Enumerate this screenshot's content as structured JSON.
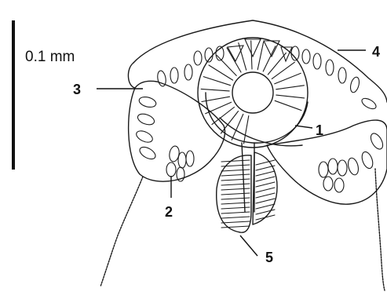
{
  "scale_bar": {
    "label": "0.1 mm"
  },
  "labels": [
    {
      "id": "1",
      "text": "1"
    },
    {
      "id": "2",
      "text": "2"
    },
    {
      "id": "3",
      "text": "3"
    },
    {
      "id": "4",
      "text": "4"
    },
    {
      "id": "5",
      "text": "5"
    }
  ]
}
